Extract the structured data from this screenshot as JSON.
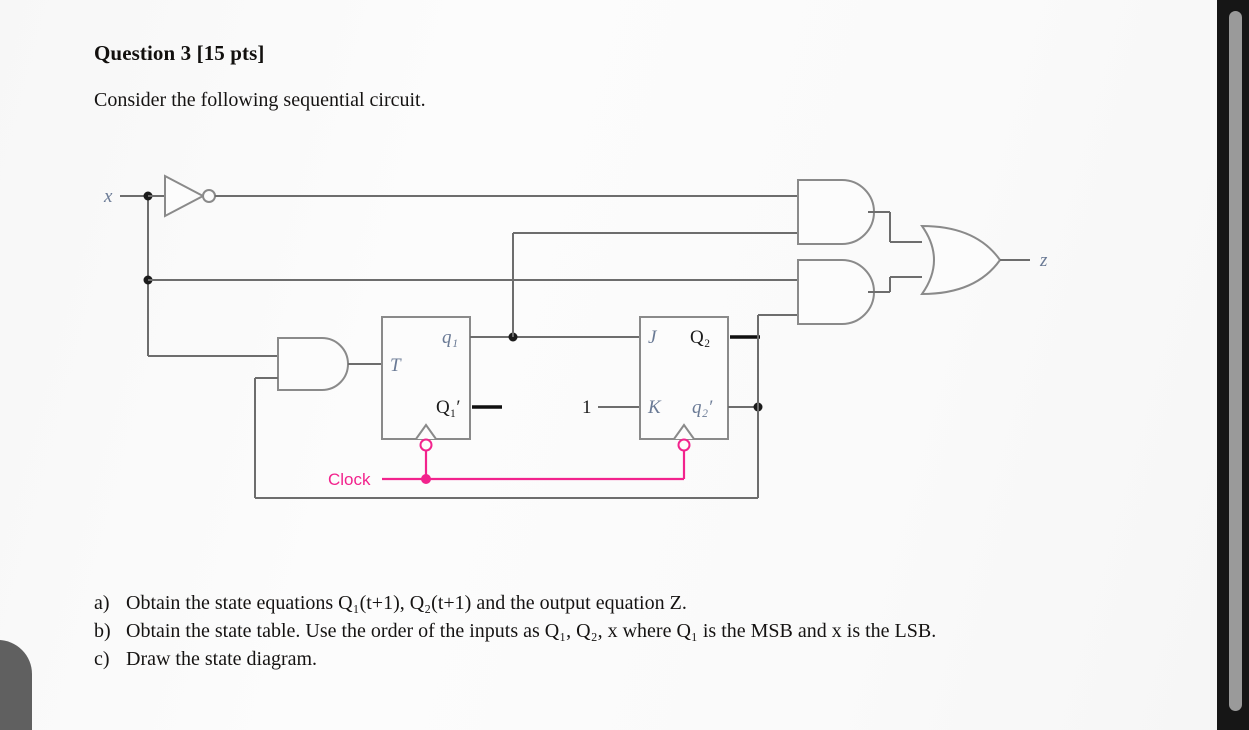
{
  "document": {
    "title": "Question 3 [15 pts]",
    "intro": "Consider the following sequential circuit."
  },
  "tasks": [
    {
      "marker": "a)",
      "text": "Obtain the state equations Q₁(t+1), Q₂(t+1) and the output equation Z."
    },
    {
      "marker": "b)",
      "text": "Obtain the state table. Use the order of the inputs as Q₁, Q₂, x where Q₁ is the MSB and x is the LSB."
    },
    {
      "marker": "c)",
      "text": "Draw the state diagram."
    }
  ],
  "circuit": {
    "labels": {
      "input_x": "x",
      "output_z": "z",
      "clock": "Clock",
      "constant_one": "1",
      "ff1_t": "T",
      "ff1_q": "q₁",
      "ff1_qbar": "Q₁′",
      "ff2_j": "J",
      "ff2_k": "K",
      "ff2_q": "Q₂",
      "ff2_qbar": "q₂′"
    },
    "colors": {
      "wire": "#6d6d6d",
      "gate_stroke": "#8a8a8a",
      "clock": "#f2238d",
      "label_dark": "#1b1b1b",
      "label_blue": "#6a7a95",
      "junction": "#1b1b1b"
    },
    "gates": [
      {
        "name": "inverter-x",
        "type": "NOT"
      },
      {
        "name": "and-gate-t",
        "type": "AND"
      },
      {
        "name": "and-gate-top",
        "type": "AND"
      },
      {
        "name": "and-gate-bottom",
        "type": "AND"
      },
      {
        "name": "or-gate-z",
        "type": "OR"
      }
    ],
    "flipflops": [
      {
        "name": "flipflop-t",
        "type": "T",
        "inputs": [
          "T"
        ],
        "outputs": [
          "q₁",
          "Q₁′"
        ],
        "clock_edge": "negative"
      },
      {
        "name": "flipflop-jk",
        "type": "JK",
        "inputs": [
          "J",
          "K"
        ],
        "outputs": [
          "Q₂",
          "q₂′"
        ],
        "clock_edge": "negative"
      }
    ]
  },
  "scrollbar": {
    "orientation": "vertical",
    "position": "right"
  }
}
